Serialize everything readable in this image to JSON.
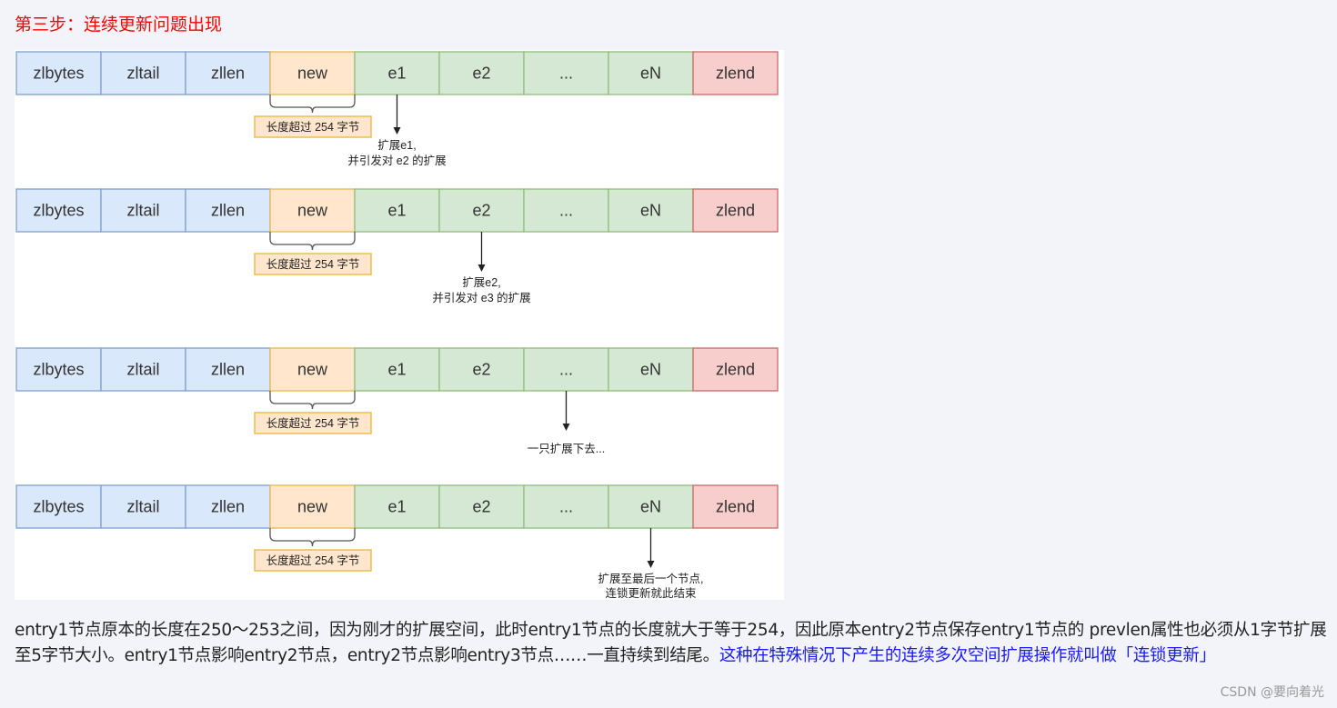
{
  "heading": "第三步：连续更新问题出现",
  "diagram": {
    "cells": [
      "zlbytes",
      "zltail",
      "zllen",
      "new",
      "e1",
      "e2",
      "...",
      "eN",
      "zlend"
    ],
    "brace_label": "长度超过 254 字节",
    "rows": [
      {
        "captions": [
          "扩展e1,",
          "并引发对 e2 的扩展"
        ],
        "arrow_under": 4
      },
      {
        "captions": [
          "扩展e2,",
          "并引发对 e3 的扩展"
        ],
        "arrow_under": 5
      },
      {
        "captions": [
          "一只扩展下去..."
        ],
        "arrow_under": 6
      },
      {
        "captions": [
          "扩展至最后一个节点,",
          "连锁更新就此结束"
        ],
        "arrow_under": 7
      }
    ],
    "colors": {
      "header_fill": "#dae8fc",
      "header_stroke": "#7f9fcf",
      "new_fill": "#ffe6cc",
      "new_stroke": "#e6b84e",
      "entry_fill": "#d5e8d4",
      "entry_stroke": "#8fbd7a",
      "end_fill": "#f8cecc",
      "end_stroke": "#c96b66"
    }
  },
  "paragraph": {
    "text": "entry1节点原本的长度在250～253之间，因为刚才的扩展空间，此时entry1节点的长度就大于等于254，因此原本entry2节点保存entry1节点的 prevlen属性也必须从1字节扩展至5字节大小。entry1节点影响entry2节点，entry2节点影响entry3节点……一直持续到结尾。",
    "highlight": "这种在特殊情况下产生的连续多次空间扩展操作就叫做「连锁更新」"
  },
  "watermark": "CSDN @要向着光"
}
